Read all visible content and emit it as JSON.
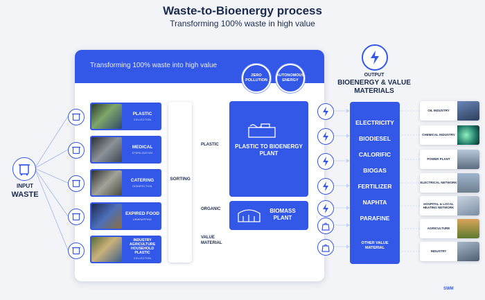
{
  "title": "Waste-to-Bioenergy process",
  "subtitle": "Transforming 100% waste in high value",
  "panel_banner": "Transforming 100% waste into high value",
  "badges": [
    {
      "label": "ZERO POLLUTION"
    },
    {
      "label": "AUTONOMOUS ENERGY"
    }
  ],
  "input": {
    "small": "INPUT",
    "big": "WASTE",
    "icon": "waste-bin-icon"
  },
  "waste_categories": [
    {
      "label": "PLASTIC",
      "sub": "COLLECTION"
    },
    {
      "label": "MEDICAL",
      "sub": "STERILIZATION"
    },
    {
      "label": "CATERING",
      "sub": "DISINFECTION"
    },
    {
      "label": "EXPIRED FOOD",
      "sub": "UNWRAPPING"
    },
    {
      "label": "INDUSTRY AGRICULTURE HOUSEHOLD PLASTIC",
      "sub": "COLLECTION"
    }
  ],
  "sorting_label": "SORTING",
  "flows": {
    "plastic": "PLASTIC",
    "organic": "ORGANIC",
    "value_material": "VALUE MATERIAL"
  },
  "plastic_plant": "PLASTIC TO BIOENERGY PLANT",
  "biomass_plant": "BIOMASS PLANT",
  "output": {
    "small": "OUTPUT",
    "big": "BIOENERGY & VALUE MATERIALS",
    "icon": "energy-icon"
  },
  "products": [
    "ELECTRICITY",
    "BIODIESEL",
    "CALORIFIC",
    "BIOGAS",
    "FERTILIZER",
    "NAPHTA",
    "PARAFINE",
    "OTHER VALUE MATERIAL"
  ],
  "sectors": [
    "OIL INDUSTRY",
    "CHEMICAL INDUSTRY",
    "POWER PLANT",
    "ELECTRICAL NETWORK",
    "HOSPITAL & LOCAL HEATING NETWORK",
    "AGRICULTURE",
    "INDUSTRY"
  ],
  "logo": "SWM",
  "colors": {
    "accent": "#3357e6",
    "dark_text": "#1b2a4e",
    "background": "#f3f4f7"
  }
}
